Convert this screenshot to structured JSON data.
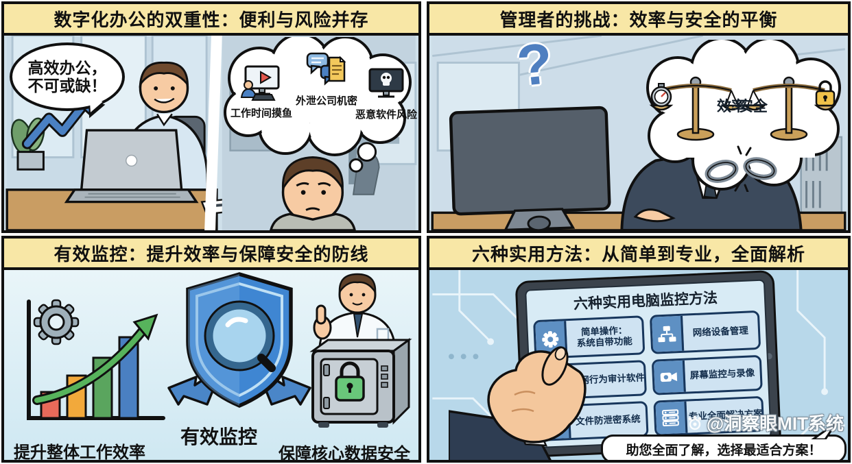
{
  "panel1": {
    "title": "数字化办公的双重性：便利与风险并存",
    "speech_line1": "高效办公，",
    "speech_line2": "不可或缺！",
    "risks": [
      {
        "label": "工作时间摸鱼"
      },
      {
        "label": "外泄公司机密"
      },
      {
        "label": "恶意软件风险"
      }
    ]
  },
  "panel2": {
    "title": "管理者的挑战：效率与安全的平衡",
    "question_mark": "?",
    "scale_efficiency": "效率",
    "scale_security": "安全"
  },
  "panel3": {
    "title": "有效监控：提升效率与保障安全的防线",
    "label_efficiency": "提升整体工作效率",
    "label_monitor": "有效监控",
    "label_security": "保障核心数据安全"
  },
  "panel4": {
    "title": "六种实用方法：从简单到专业，全面解析",
    "tablet_title": "六种实用电脑监控方法",
    "methods": [
      {
        "line1": "简单操作：",
        "line2": "系统自带功能"
      },
      {
        "line1": "网络设备管理"
      },
      {
        "line1": "上网行为审计软件"
      },
      {
        "line1": "屏幕监控与录像"
      },
      {
        "line1": "文件防泄密系统"
      },
      {
        "line1": "专业全面解决方案"
      }
    ],
    "banner": "助您全面了解，选择最适合方案！",
    "watermark": "@洞察眼MIT系统"
  },
  "colors": {
    "banner_yellow": "#f8e7a6",
    "panel_bg": "#cfe0ea",
    "accent_blue": "#4a80c2",
    "button_blue": "#5e90c3",
    "button_light": "#cfe3f2",
    "shield_blue": "#3f86d2",
    "safe_lock_green": "#69c77a",
    "scale_gold": "#d9b36a"
  }
}
